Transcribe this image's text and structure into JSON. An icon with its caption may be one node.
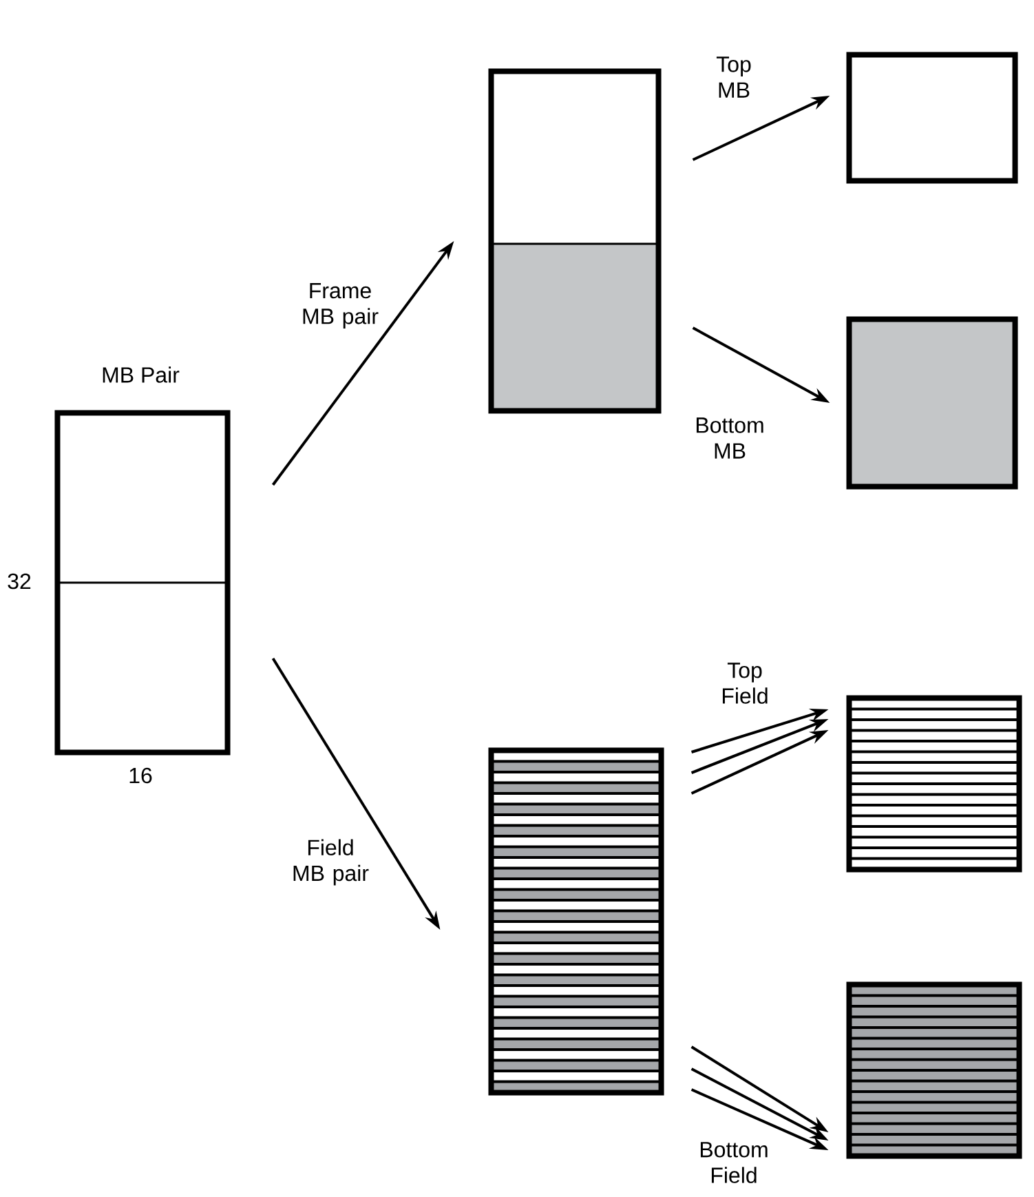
{
  "diagram": {
    "nodes": [
      {
        "text": [
          "MB Pair"
        ],
        "beside": [
          "32",
          "16"
        ]
      },
      {
        "text": [],
        "shape": "box"
      },
      {
        "text": [],
        "shape": "box"
      },
      {
        "text": [],
        "shape": "box"
      },
      {
        "text": [],
        "shape": "box"
      },
      {
        "text": [],
        "shape": "box"
      },
      {
        "text": [],
        "shape": "box"
      }
    ],
    "edges": [
      {
        "from": 0,
        "to": 1,
        "arrow": "to",
        "label": "Frame MB pair"
      },
      {
        "from": 0,
        "to": 4,
        "arrow": "to",
        "label": "Field MB pair"
      },
      {
        "from": 1,
        "to": 2,
        "arrow": "to",
        "label": "Top MB"
      },
      {
        "from": 1,
        "to": 3,
        "arrow": "to",
        "label": "Bottom MB"
      },
      {
        "from": 4,
        "to": 5,
        "arrow": "to",
        "label": "Top Field"
      },
      {
        "from": 4,
        "to": 5,
        "arrow": "to"
      },
      {
        "from": 4,
        "to": 5,
        "arrow": "to"
      },
      {
        "from": 4,
        "to": 6,
        "arrow": "to"
      },
      {
        "from": 4,
        "to": 6,
        "arrow": "to"
      },
      {
        "from": 4,
        "to": 6,
        "arrow": "to",
        "label": "Bottom Field"
      }
    ]
  }
}
